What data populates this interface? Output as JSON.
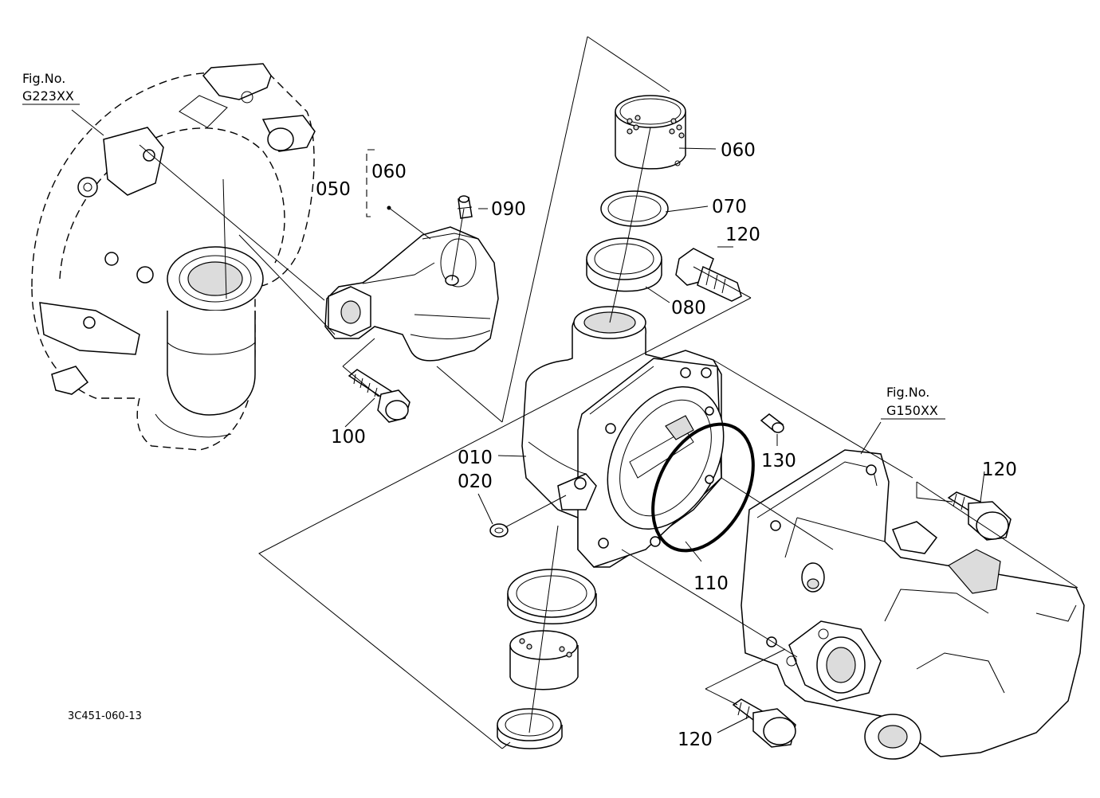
{
  "diagram": {
    "code": "3C451-060-13",
    "figure_refs": [
      {
        "line1": "Fig.No.",
        "line2": "G223XX"
      },
      {
        "line1": "Fig.No.",
        "line2": "G150XX"
      }
    ],
    "callouts": {
      "c060_top": "060",
      "c070": "070",
      "c120_a": "120",
      "c080": "080",
      "c050": "050",
      "c060_bracket": "060",
      "c090": "090",
      "c100": "100",
      "c010": "010",
      "c020": "020",
      "c130": "130",
      "c110": "110",
      "c120_b": "120",
      "c120_c": "120"
    }
  }
}
